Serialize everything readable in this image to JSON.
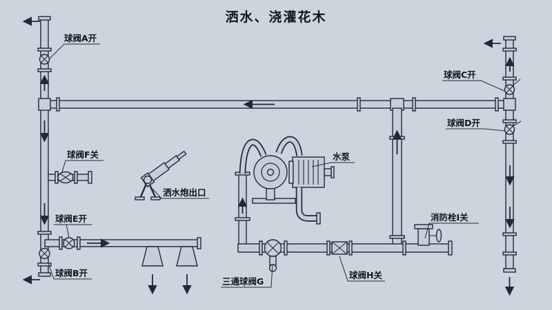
{
  "title": "洒水、浇灌花木",
  "labels": {
    "valve_a": "球阀A开",
    "valve_b": "球阀B开",
    "valve_c": "球阀C开",
    "valve_d": "球阀D开",
    "valve_e": "球阀E开",
    "valve_f": "球阀F关",
    "three_way_valve_g": "三通球阀G",
    "valve_h": "球阀H关",
    "fire_hydrant_i": "消防栓I关",
    "water_pump": "水泵",
    "sprinkler_cannon_outlet": "洒水炮出口"
  },
  "colors": {
    "background": "#ccd5de",
    "pipe_fill": "#c6cfd8",
    "line": "#1d2a38",
    "ink": "#10151c"
  }
}
